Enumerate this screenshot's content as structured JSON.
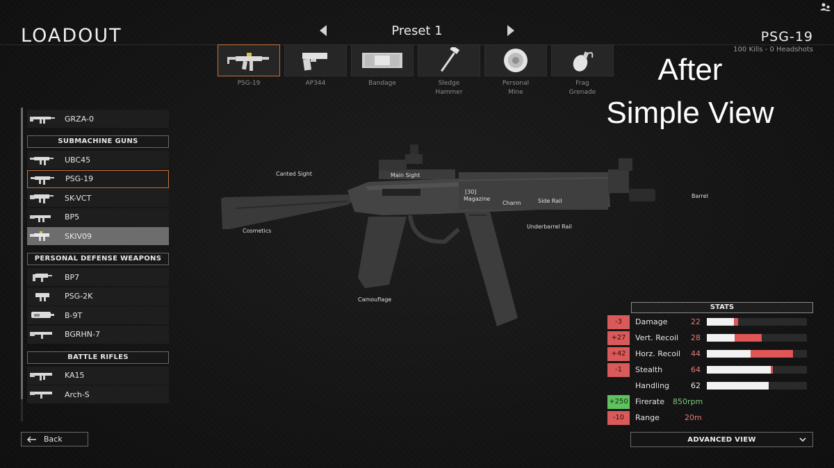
{
  "header": {
    "title": "LOADOUT",
    "preset": "Preset 1",
    "weapon_name": "PSG-19",
    "weapon_kills": "100 Kills - 0 Headshots"
  },
  "slots": [
    {
      "label": "PSG-19",
      "icon": "smg-icon",
      "active": true
    },
    {
      "label": "AP344",
      "icon": "pistol-icon",
      "active": false
    },
    {
      "label": "Bandage",
      "icon": "bandage-icon",
      "active": false
    },
    {
      "label": "Sledge\nHammer",
      "icon": "hammer-icon",
      "active": false
    },
    {
      "label": "Personal\nMine",
      "icon": "mine-icon",
      "active": false
    },
    {
      "label": "Frag\nGrenade",
      "icon": "grenade-icon",
      "active": false
    }
  ],
  "overlay": {
    "line1": "After",
    "line2": "Simple View"
  },
  "weapon_list": {
    "top_item": "GRZA-0",
    "categories": [
      {
        "name": "SUBMACHINE GUNS",
        "items": [
          "UBC45",
          "PSG-19",
          "SK-VCT",
          "BP5",
          "SKIV09"
        ]
      },
      {
        "name": "PERSONAL DEFENSE WEAPONS",
        "items": [
          "BP7",
          "PSG-2K",
          "B-9T",
          "BGRHN-7"
        ]
      },
      {
        "name": "BATTLE RIFLES",
        "items": [
          "KA15",
          "Arch-S"
        ]
      }
    ],
    "selected": "PSG-19",
    "hovered": "SKIV09"
  },
  "attachments": {
    "canted_sight": "Canted Sight",
    "main_sight": "Main Sight",
    "magazine_count": "[30]",
    "magazine": "Magazine",
    "charm": "Charm",
    "side_rail": "Side Rail",
    "barrel": "Barrel",
    "cosmetics": "Cosmetics",
    "underbarrel_rail": "Underbarrel Rail",
    "camouflage": "Camouflage"
  },
  "stats": {
    "header": "STATS",
    "rows": [
      {
        "delta": "-3",
        "delta_type": "bad",
        "name": "Damage",
        "value": "22",
        "base": 0.27,
        "over": 0.04
      },
      {
        "delta": "+27",
        "delta_type": "bad",
        "name": "Vert. Recoil",
        "value": "28",
        "base": 0.28,
        "over": 0.27
      },
      {
        "delta": "+42",
        "delta_type": "bad",
        "name": "Horz. Recoil",
        "value": "44",
        "base": 0.44,
        "over": 0.42
      },
      {
        "delta": "-1",
        "delta_type": "bad",
        "name": "Stealth",
        "value": "64",
        "base": 0.64,
        "over": 0.02
      },
      {
        "delta": "",
        "delta_type": "none",
        "name": "Handling",
        "value": "62",
        "base": 0.62,
        "over": 0
      },
      {
        "delta": "+250",
        "delta_type": "good",
        "name": "Firerate",
        "value": "850rpm"
      },
      {
        "delta": "-10",
        "delta_type": "bad",
        "name": "Range",
        "value": "20m"
      }
    ]
  },
  "buttons": {
    "back": "Back",
    "advanced_view": "ADVANCED VIEW"
  },
  "colors": {
    "accent": "#c8733a",
    "bad": "#d95a5a",
    "good": "#5fc25f"
  }
}
